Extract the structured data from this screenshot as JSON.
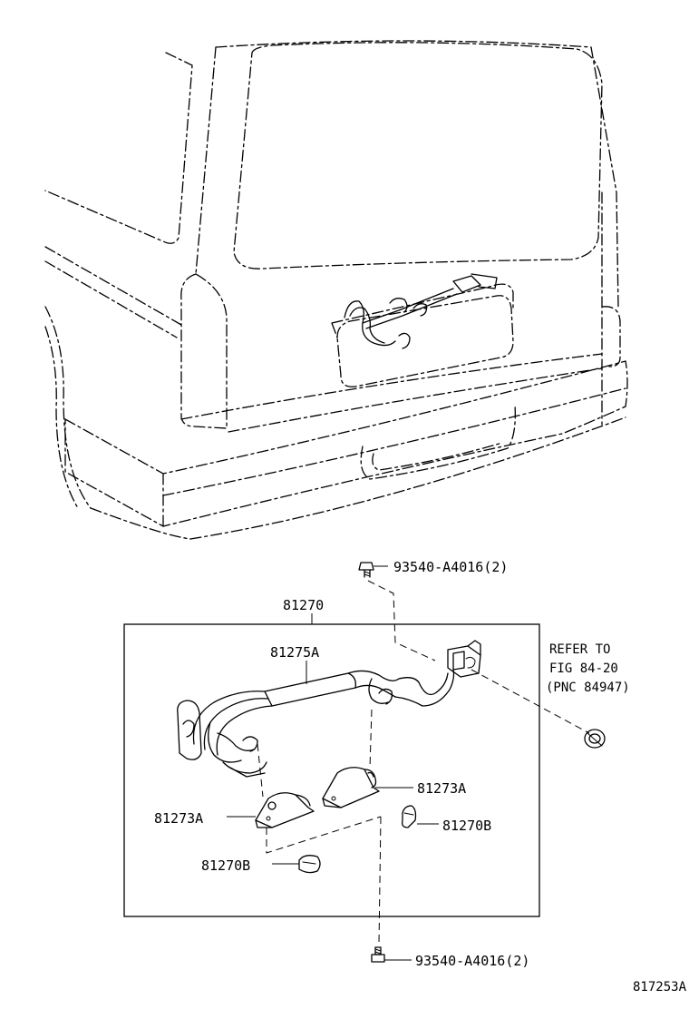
{
  "labels": {
    "assembly": "81270",
    "wire": "81275A",
    "socket_right": "81273A",
    "socket_left": "81273A",
    "bulb_right": "81270B",
    "bulb_left": "81270B",
    "screw_top": "93540-A4016(2)",
    "screw_bottom": "93540-A4016(2)",
    "refer_line1": "REFER TO",
    "refer_line2": "FIG 84-20",
    "refer_line3": "(PNC 84947)",
    "figure_id": "817253A"
  },
  "icons": {
    "vehicle": "van-rear-outline-icon",
    "screw": "screw-icon",
    "grommet": "grommet-icon",
    "bulb": "wedge-bulb-icon",
    "socket": "lamp-socket-icon",
    "harness": "wire-harness-icon"
  }
}
